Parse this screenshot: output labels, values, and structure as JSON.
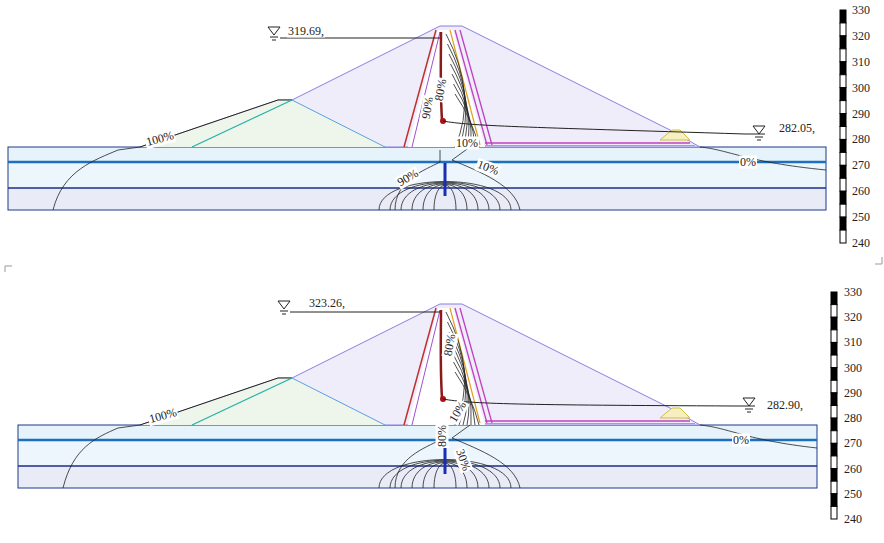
{
  "diagram": {
    "labels": [
      "319.69,",
      "282.05,",
      "100%",
      "90%",
      "80%",
      "10%",
      "90%",
      "10%",
      "0%",
      "330",
      "320",
      "310",
      "300",
      "290",
      "280",
      "270",
      "260",
      "250",
      "240",
      "323.26,",
      "282.90,",
      "100%",
      "80%",
      "10%",
      "80%",
      "30%",
      "0%",
      "330",
      "320",
      "310",
      "300",
      "290",
      "280",
      "270",
      "260",
      "250",
      "240"
    ]
  }
}
